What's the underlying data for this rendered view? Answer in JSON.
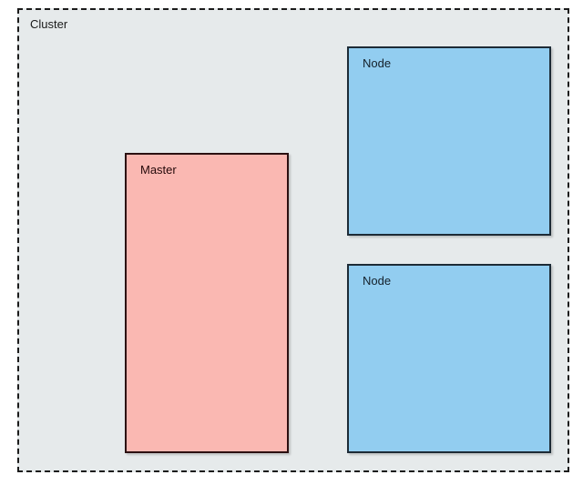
{
  "diagram": {
    "title": "Cluster",
    "background_color": "#ffffff",
    "cluster": {
      "label": "Cluster",
      "fill_color": "#e6eaeb",
      "border_color": "#1b1b1b",
      "border_style": "dashed"
    },
    "nodes": [
      {
        "id": "master",
        "label": "Master",
        "fill_color": "#fab8b2",
        "border_color": "#2b1011"
      },
      {
        "id": "node-1",
        "label": "Node",
        "fill_color": "#92cdf0",
        "border_color": "#1d2b36"
      },
      {
        "id": "node-2",
        "label": "Node",
        "fill_color": "#92cdf0",
        "border_color": "#1d2b36"
      }
    ]
  }
}
